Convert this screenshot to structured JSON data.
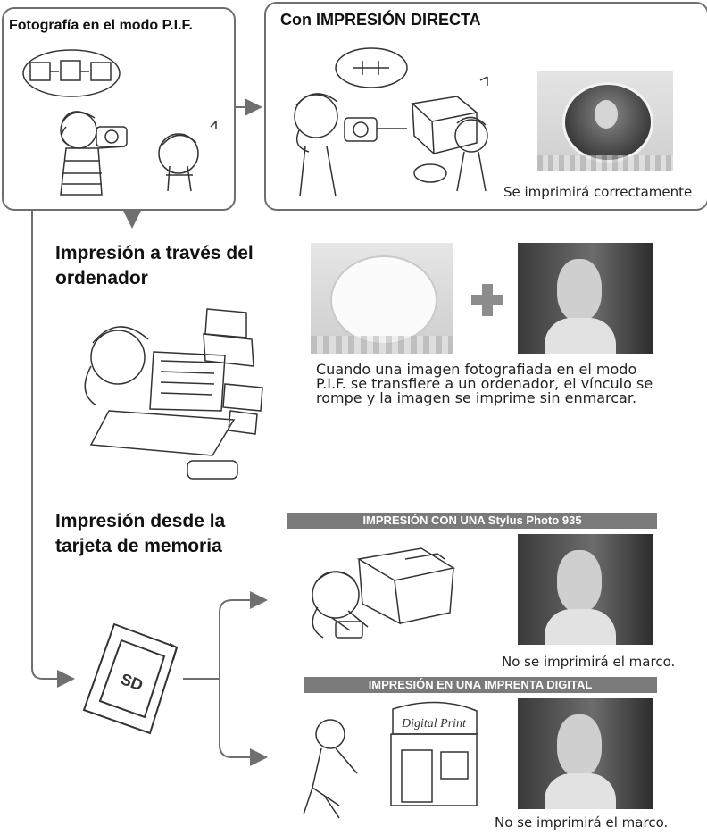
{
  "pif_box": {
    "title": "Fotografía en el modo P.I.F."
  },
  "direct_box": {
    "title": "Con IMPRESIÓN DIRECTA",
    "caption": "Se imprimirá correctamente"
  },
  "computer_section": {
    "title_line1": "Impresión a través del",
    "title_line2": "ordenador",
    "description_lines": [
      "Cuando una imagen fotografiada en el modo",
      "P.I.F. se transfiere a un ordenador, el vínculo se",
      "rompe y la imagen se imprime sin enmarcar."
    ]
  },
  "memory_section": {
    "title_line1": "Impresión desde la",
    "title_line2": "tarjeta de memoria",
    "card_label": "SD",
    "branches": [
      {
        "banner": "IMPRESIÓN CON UNA Stylus Photo 935",
        "caption": "No se imprimirá el marco."
      },
      {
        "banner": "IMPRESIÓN EN UNA IMPRENTA DIGITAL",
        "caption": "No se imprimirá el marco."
      }
    ]
  },
  "shop_sign": "Digital Print",
  "colors": {
    "line": "#6f6f6f",
    "banner": "#7a7a7a",
    "plus": "#8c8c8c"
  }
}
